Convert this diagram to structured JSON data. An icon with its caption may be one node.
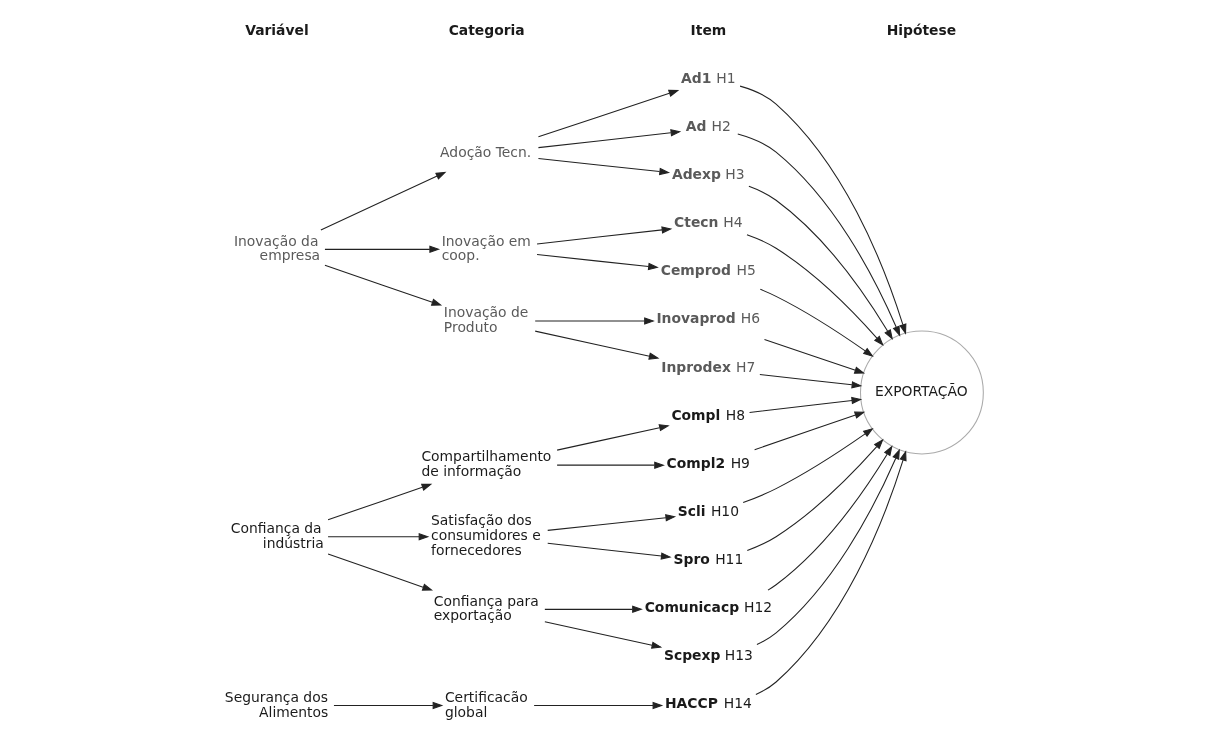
{
  "diagram": {
    "nodes": [
      {
        "text": [
          "Inovação da empresa"
        ]
      },
      {
        "text": [
          "Adoção Tecn."
        ]
      },
      {
        "text": [
          "Inovação em coop."
        ]
      },
      {
        "text": [
          "Inovação de Produto"
        ]
      },
      {
        "text": [
          "**Ad1** H1"
        ]
      },
      {
        "text": [
          "**Ad** H2"
        ]
      },
      {
        "text": [
          "**Adexp** H3"
        ]
      },
      {
        "text": [
          "**Ctecn** H4"
        ]
      },
      {
        "text": [
          "**Cemprod** H5"
        ]
      },
      {
        "text": [
          "**Inovaprod** H6"
        ]
      },
      {
        "text": [
          "**Inprodex** H7"
        ]
      },
      {
        "text": [
          "Confiança da indústria"
        ]
      },
      {
        "text": [
          "Compartilhamento de informação"
        ]
      },
      {
        "text": [
          "Satisfação dos consumidores e fornecedores"
        ]
      },
      {
        "text": [
          "Confiança para exportação"
        ]
      },
      {
        "text": [
          "**Compl** H8"
        ]
      },
      {
        "text": [
          "**Compl2** H9"
        ]
      },
      {
        "text": [
          "**Scli** H10"
        ]
      },
      {
        "text": [
          "**Spro** H11"
        ]
      },
      {
        "text": [
          "**Comunicacp** H12"
        ]
      },
      {
        "text": [
          "**Scpexp** H13"
        ]
      },
      {
        "text": [
          "Segurança dos Alimentos"
        ]
      },
      {
        "text": [
          "Certificacão global"
        ]
      },
      {
        "text": [
          "**HACCP** H14"
        ]
      },
      {
        "text": [
          "EXPORTAÇÃO"
        ]
      }
    ],
    "edges": [
      {
        "from": 0,
        "to": 1,
        "arrow": "to"
      },
      {
        "from": 0,
        "to": 2,
        "arrow": "to"
      },
      {
        "from": 0,
        "to": 3,
        "arrow": "to"
      },
      {
        "from": 1,
        "to": 4,
        "arrow": "to"
      },
      {
        "from": 1,
        "to": 5,
        "arrow": "to"
      },
      {
        "from": 1,
        "to": 6,
        "arrow": "to"
      },
      {
        "from": 2,
        "to": 7,
        "arrow": "to"
      },
      {
        "from": 2,
        "to": 8,
        "arrow": "to"
      },
      {
        "from": 3,
        "to": 9,
        "arrow": "to"
      },
      {
        "from": 3,
        "to": 10,
        "arrow": "to"
      },
      {
        "from": 11,
        "to": 12,
        "arrow": "to"
      },
      {
        "from": 11,
        "to": 13,
        "arrow": "to"
      },
      {
        "from": 11,
        "to": 14,
        "arrow": "to"
      },
      {
        "from": 12,
        "to": 15,
        "arrow": "to"
      },
      {
        "from": 12,
        "to": 16,
        "arrow": "to"
      },
      {
        "from": 13,
        "to": 17,
        "arrow": "to"
      },
      {
        "from": 13,
        "to": 18,
        "arrow": "to"
      },
      {
        "from": 14,
        "to": 19,
        "arrow": "to"
      },
      {
        "from": 14,
        "to": 20,
        "arrow": "to"
      },
      {
        "from": 21,
        "to": 22,
        "arrow": "to"
      },
      {
        "from": 22,
        "to": 23,
        "arrow": "to"
      },
      {
        "from": 4,
        "to": 24,
        "arrow": "to"
      },
      {
        "from": 5,
        "to": 24,
        "arrow": "to"
      },
      {
        "from": 6,
        "to": 24,
        "arrow": "to"
      },
      {
        "from": 7,
        "to": 24,
        "arrow": "to"
      },
      {
        "from": 8,
        "to": 24,
        "arrow": "to"
      },
      {
        "from": 9,
        "to": 24,
        "arrow": "to"
      },
      {
        "from": 10,
        "to": 24,
        "arrow": "to"
      },
      {
        "from": 15,
        "to": 24,
        "arrow": "to"
      },
      {
        "from": 16,
        "to": 24,
        "arrow": "to"
      },
      {
        "from": 17,
        "to": 24,
        "arrow": "to"
      },
      {
        "from": 18,
        "to": 24,
        "arrow": "to"
      },
      {
        "from": 19,
        "to": 24,
        "arrow": "to"
      },
      {
        "from": 20,
        "to": 24,
        "arrow": "to"
      },
      {
        "from": 23,
        "to": 24,
        "arrow": "to"
      }
    ],
    "labels": [
      "Variável",
      "Categoria",
      "Item",
      "Hipótese"
    ]
  }
}
